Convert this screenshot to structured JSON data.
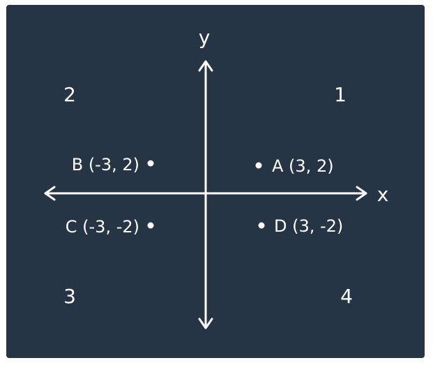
{
  "colors": {
    "background": "#263545",
    "foreground": "#ffffff"
  },
  "axes": {
    "x_label": "x",
    "y_label": "y"
  },
  "quadrants": {
    "q1": "1",
    "q2": "2",
    "q3": "3",
    "q4": "4"
  },
  "points": [
    {
      "name": "A",
      "x": 3,
      "y": 2,
      "label": "A (3, 2)"
    },
    {
      "name": "B",
      "x": -3,
      "y": 2,
      "label": "B (-3, 2)"
    },
    {
      "name": "C",
      "x": -3,
      "y": -2,
      "label": "C (-3, -2)"
    },
    {
      "name": "D",
      "x": 3,
      "y": -2,
      "label": "D (3, -2)"
    }
  ]
}
